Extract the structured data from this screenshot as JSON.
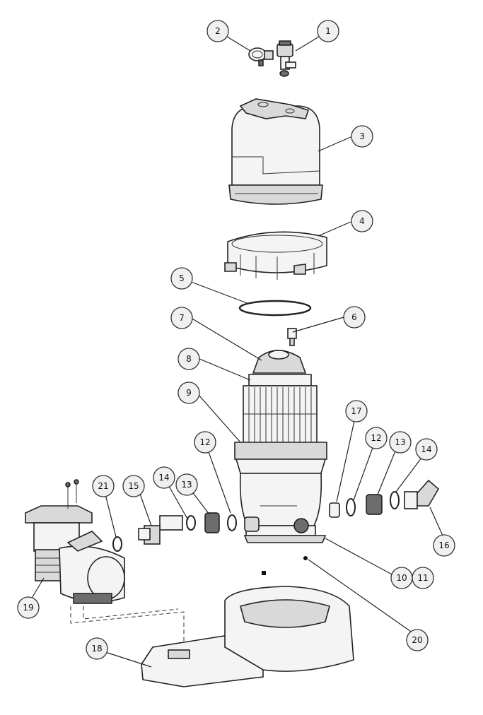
{
  "callouts": [
    {
      "id": "c1",
      "label": "1"
    },
    {
      "id": "c2",
      "label": "2"
    },
    {
      "id": "c3",
      "label": "3"
    },
    {
      "id": "c4",
      "label": "4"
    },
    {
      "id": "c5",
      "label": "5"
    },
    {
      "id": "c6",
      "label": "6"
    },
    {
      "id": "c7",
      "label": "7"
    },
    {
      "id": "c8",
      "label": "8"
    },
    {
      "id": "c9",
      "label": "9"
    },
    {
      "id": "c10",
      "label": "10"
    },
    {
      "id": "c11",
      "label": "11"
    },
    {
      "id": "c12a",
      "label": "12"
    },
    {
      "id": "c12b",
      "label": "12"
    },
    {
      "id": "c13a",
      "label": "13"
    },
    {
      "id": "c13b",
      "label": "13"
    },
    {
      "id": "c14a",
      "label": "14"
    },
    {
      "id": "c14b",
      "label": "14"
    },
    {
      "id": "c15",
      "label": "15"
    },
    {
      "id": "c16",
      "label": "16"
    },
    {
      "id": "c17",
      "label": "17"
    },
    {
      "id": "c18",
      "label": "18"
    },
    {
      "id": "c19",
      "label": "19"
    },
    {
      "id": "c20",
      "label": "20"
    },
    {
      "id": "c21",
      "label": "21"
    }
  ]
}
